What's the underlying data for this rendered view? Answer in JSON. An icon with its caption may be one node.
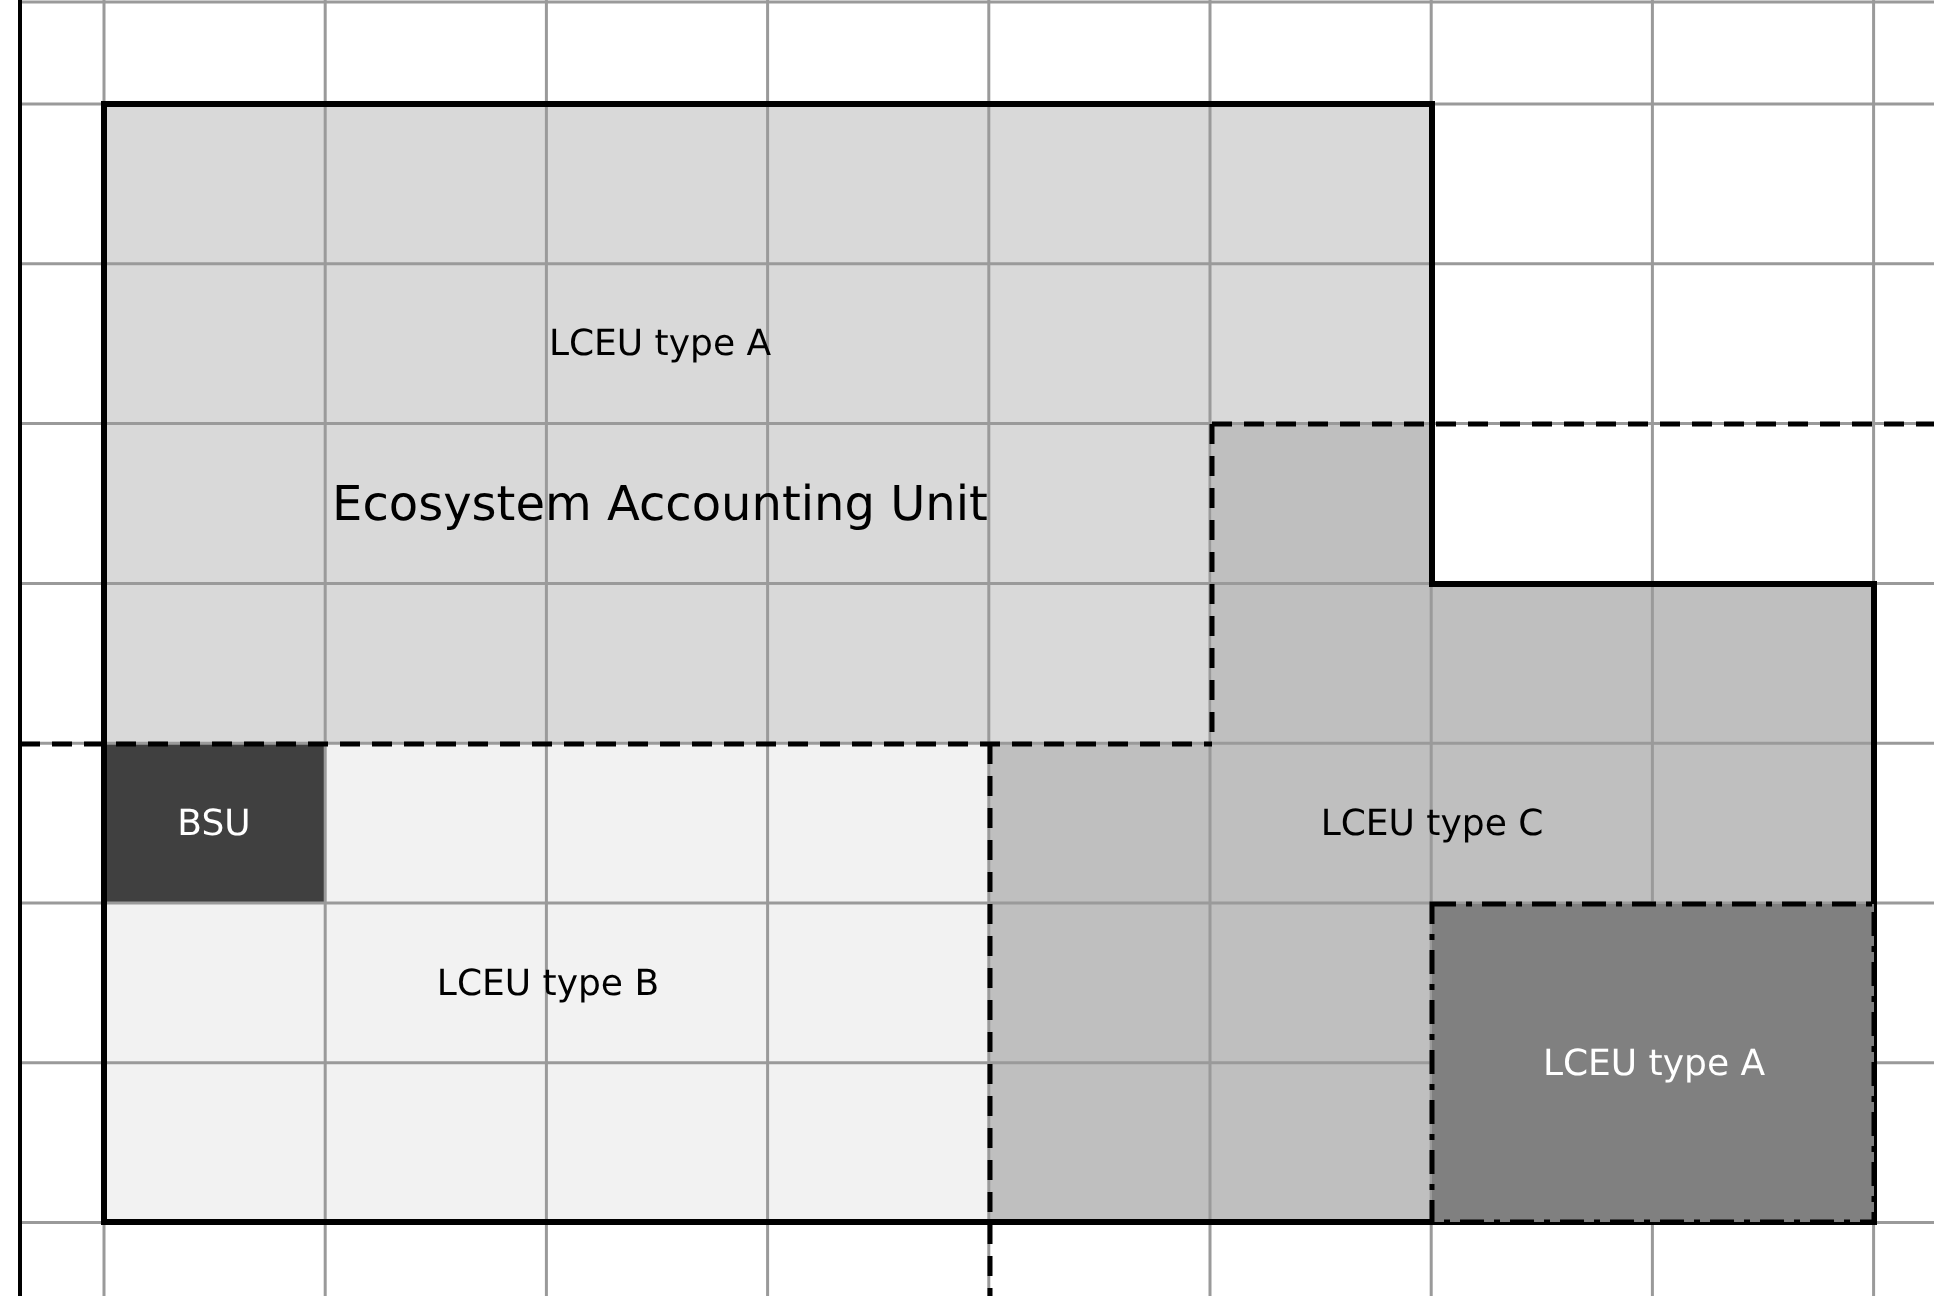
{
  "diagram": {
    "nodes": [
      {
        "text": [
          "Ecosystem Accounting Unit"
        ]
      },
      {
        "text": [
          "LCEU type A"
        ],
        "in": 0
      },
      {
        "text": [
          "BSU"
        ],
        "in": 3
      },
      {
        "text": [
          "LCEU type B"
        ],
        "in": 0
      },
      {
        "text": [
          "LCEU type C"
        ],
        "in": 0
      },
      {
        "text": [
          "LCEU type A"
        ],
        "in": 0
      }
    ],
    "edges": []
  }
}
